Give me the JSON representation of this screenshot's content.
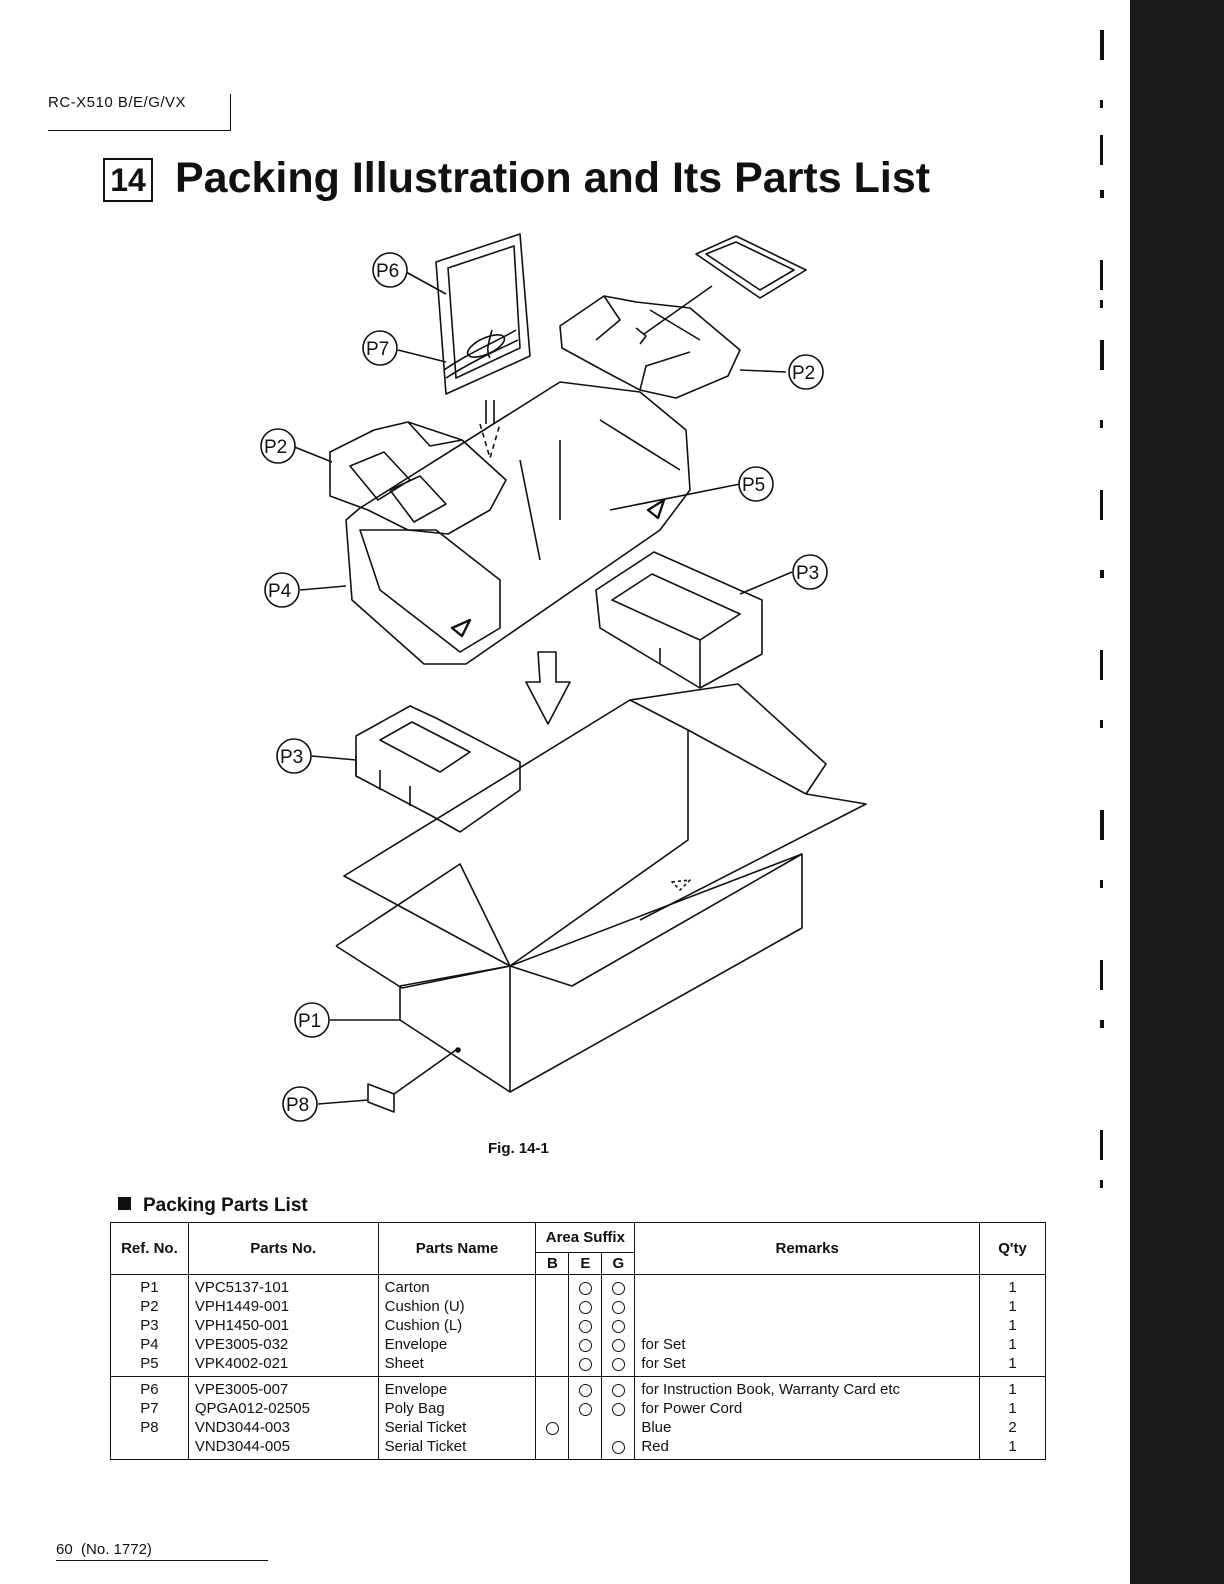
{
  "header": {
    "model": "RC-X510 B/E/G/VX",
    "section_number": "14",
    "title": "Packing Illustration and Its Parts List"
  },
  "figure": {
    "callouts": [
      "P1",
      "P2",
      "P2",
      "P3",
      "P3",
      "P4",
      "P5",
      "P6",
      "P7",
      "P8"
    ],
    "caption": "Fig. 14-1"
  },
  "parts_list": {
    "title": "Packing Parts List",
    "headers": {
      "ref_no": "Ref. No.",
      "parts_no": "Parts No.",
      "parts_name": "Parts Name",
      "area_suffix": "Area Suffix",
      "area_b": "B",
      "area_e": "E",
      "area_g": "G",
      "remarks": "Remarks",
      "qty": "Q'ty"
    },
    "groups": [
      {
        "rows": [
          {
            "ref": "P1",
            "part_no": "VPC5137-101",
            "name": "Carton",
            "b": false,
            "e": true,
            "g": true,
            "remarks": "",
            "qty": "1"
          },
          {
            "ref": "P2",
            "part_no": "VPH1449-001",
            "name": "Cushion (U)",
            "b": false,
            "e": true,
            "g": true,
            "remarks": "",
            "qty": "1"
          },
          {
            "ref": "P3",
            "part_no": "VPH1450-001",
            "name": "Cushion (L)",
            "b": false,
            "e": true,
            "g": true,
            "remarks": "",
            "qty": "1"
          },
          {
            "ref": "P4",
            "part_no": "VPE3005-032",
            "name": "Envelope",
            "b": false,
            "e": true,
            "g": true,
            "remarks": "for Set",
            "qty": "1"
          },
          {
            "ref": "P5",
            "part_no": "VPK4002-021",
            "name": "Sheet",
            "b": false,
            "e": true,
            "g": true,
            "remarks": "for Set",
            "qty": "1"
          }
        ]
      },
      {
        "rows": [
          {
            "ref": "P6",
            "part_no": "VPE3005-007",
            "name": "Envelope",
            "b": false,
            "e": true,
            "g": true,
            "remarks": "for Instruction Book, Warranty Card etc",
            "qty": "1"
          },
          {
            "ref": "P7",
            "part_no": "QPGA012-02505",
            "name": "Poly Bag",
            "b": false,
            "e": true,
            "g": true,
            "remarks": "for Power Cord",
            "qty": "1"
          },
          {
            "ref": "P8",
            "part_no": "VND3044-003",
            "name": "Serial Ticket",
            "b": true,
            "e": false,
            "g": false,
            "remarks": "Blue",
            "qty": "2"
          },
          {
            "ref": "",
            "part_no": "VND3044-005",
            "name": "Serial Ticket",
            "b": false,
            "e": false,
            "g": true,
            "remarks": "Red",
            "qty": "1"
          }
        ]
      }
    ]
  },
  "footer": {
    "page": "60",
    "doc_no": "(No. 1772)"
  }
}
